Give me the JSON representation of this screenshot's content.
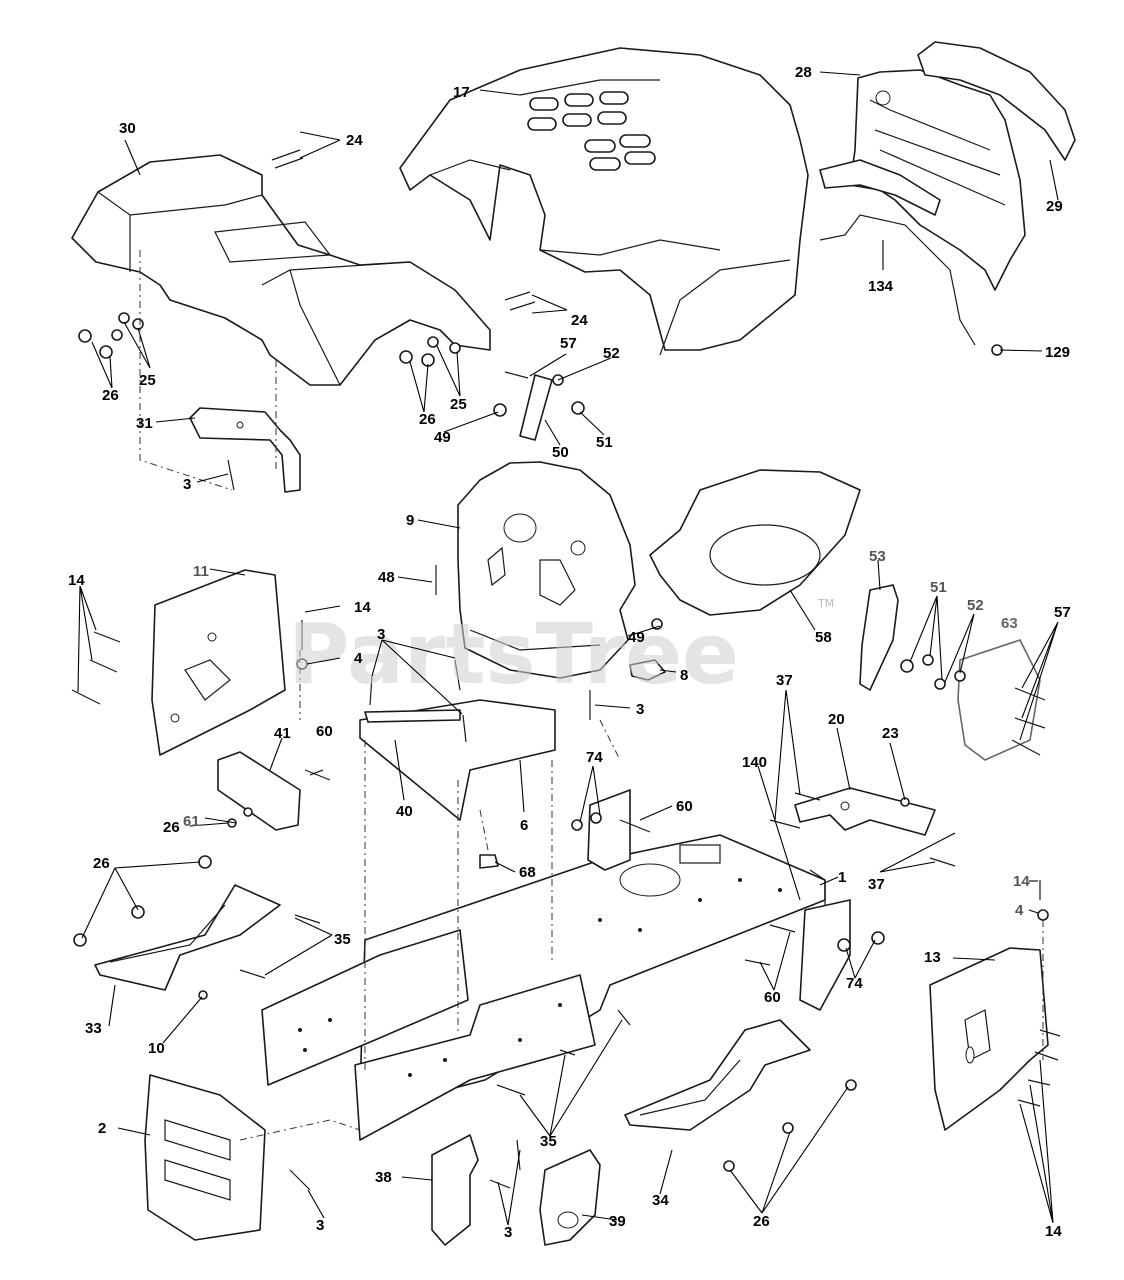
{
  "watermark": {
    "brand": "PartsTree",
    "trademark": "TM"
  },
  "callouts": [
    {
      "id": "c30",
      "text": "30"
    },
    {
      "id": "c24a",
      "text": "24"
    },
    {
      "id": "c17",
      "text": "17"
    },
    {
      "id": "c28",
      "text": "28"
    },
    {
      "id": "c29",
      "text": "29"
    },
    {
      "id": "c134",
      "text": "134"
    },
    {
      "id": "c129",
      "text": "129"
    },
    {
      "id": "c24b",
      "text": "24"
    },
    {
      "id": "c26a",
      "text": "26"
    },
    {
      "id": "c25a",
      "text": "25"
    },
    {
      "id": "c26b",
      "text": "26"
    },
    {
      "id": "c25b",
      "text": "25"
    },
    {
      "id": "c57a",
      "text": "57"
    },
    {
      "id": "c52a",
      "text": "52"
    },
    {
      "id": "c31",
      "text": "31"
    },
    {
      "id": "c49a",
      "text": "49"
    },
    {
      "id": "c50",
      "text": "50"
    },
    {
      "id": "c51a",
      "text": "51"
    },
    {
      "id": "c3a",
      "text": "3"
    },
    {
      "id": "c9",
      "text": "9"
    },
    {
      "id": "c48",
      "text": "48"
    },
    {
      "id": "c11",
      "text": "11"
    },
    {
      "id": "c14a",
      "text": "14"
    },
    {
      "id": "c14b",
      "text": "14"
    },
    {
      "id": "c4a",
      "text": "4"
    },
    {
      "id": "c3b",
      "text": "3"
    },
    {
      "id": "c49b",
      "text": "49"
    },
    {
      "id": "c58",
      "text": "58"
    },
    {
      "id": "c53",
      "text": "53"
    },
    {
      "id": "c51b",
      "text": "51"
    },
    {
      "id": "c52b",
      "text": "52"
    },
    {
      "id": "c63",
      "text": "63"
    },
    {
      "id": "c57b",
      "text": "57"
    },
    {
      "id": "c8",
      "text": "8"
    },
    {
      "id": "c3c",
      "text": "3"
    },
    {
      "id": "c37a",
      "text": "37"
    },
    {
      "id": "c20",
      "text": "20"
    },
    {
      "id": "c23",
      "text": "23"
    },
    {
      "id": "c41",
      "text": "41"
    },
    {
      "id": "c60a",
      "text": "60"
    },
    {
      "id": "c61",
      "text": "61"
    },
    {
      "id": "c26c",
      "text": "26"
    },
    {
      "id": "c40",
      "text": "40"
    },
    {
      "id": "c6",
      "text": "6"
    },
    {
      "id": "c74a",
      "text": "74"
    },
    {
      "id": "c140",
      "text": "140"
    },
    {
      "id": "c60b",
      "text": "60"
    },
    {
      "id": "c68",
      "text": "68"
    },
    {
      "id": "c37b",
      "text": "37"
    },
    {
      "id": "c26d",
      "text": "26"
    },
    {
      "id": "c35a",
      "text": "35"
    },
    {
      "id": "c1",
      "text": "1"
    },
    {
      "id": "c14c",
      "text": "14"
    },
    {
      "id": "c4b",
      "text": "4"
    },
    {
      "id": "c13",
      "text": "13"
    },
    {
      "id": "c33",
      "text": "33"
    },
    {
      "id": "c10",
      "text": "10"
    },
    {
      "id": "c60c",
      "text": "60"
    },
    {
      "id": "c74b",
      "text": "74"
    },
    {
      "id": "c2",
      "text": "2"
    },
    {
      "id": "c35b",
      "text": "35"
    },
    {
      "id": "c3d",
      "text": "3"
    },
    {
      "id": "c38",
      "text": "38"
    },
    {
      "id": "c3e",
      "text": "3"
    },
    {
      "id": "c39",
      "text": "39"
    },
    {
      "id": "c34",
      "text": "34"
    },
    {
      "id": "c26e",
      "text": "26"
    },
    {
      "id": "c14d",
      "text": "14"
    }
  ]
}
